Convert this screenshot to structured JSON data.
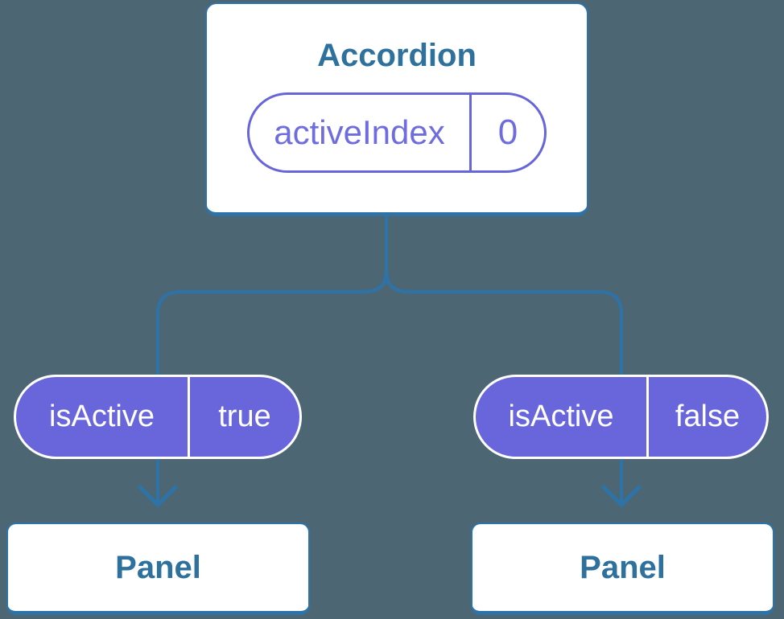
{
  "diagram": {
    "description": "React component tree diagram: Accordion passing isActive props to two Panels",
    "background_color": "#4c6773",
    "root": {
      "title": "Accordion",
      "state_pill": {
        "label": "activeIndex",
        "value": "0"
      }
    },
    "branches": [
      {
        "prop_pill": {
          "label": "isActive",
          "value": "true"
        },
        "child": {
          "title": "Panel"
        }
      },
      {
        "prop_pill": {
          "label": "isActive",
          "value": "false"
        },
        "child": {
          "title": "Panel"
        }
      }
    ],
    "colors": {
      "connector_stroke": "#2d73a8",
      "card_border": "#2e73a8",
      "card_title_text": "#2e719d",
      "state_pill_outline": "#6665d9",
      "state_pill_text": "#6f6cdf",
      "prop_pill_fill": "#6966dc",
      "prop_pill_text": "#ffffff",
      "card_background": "#ffffff"
    }
  }
}
